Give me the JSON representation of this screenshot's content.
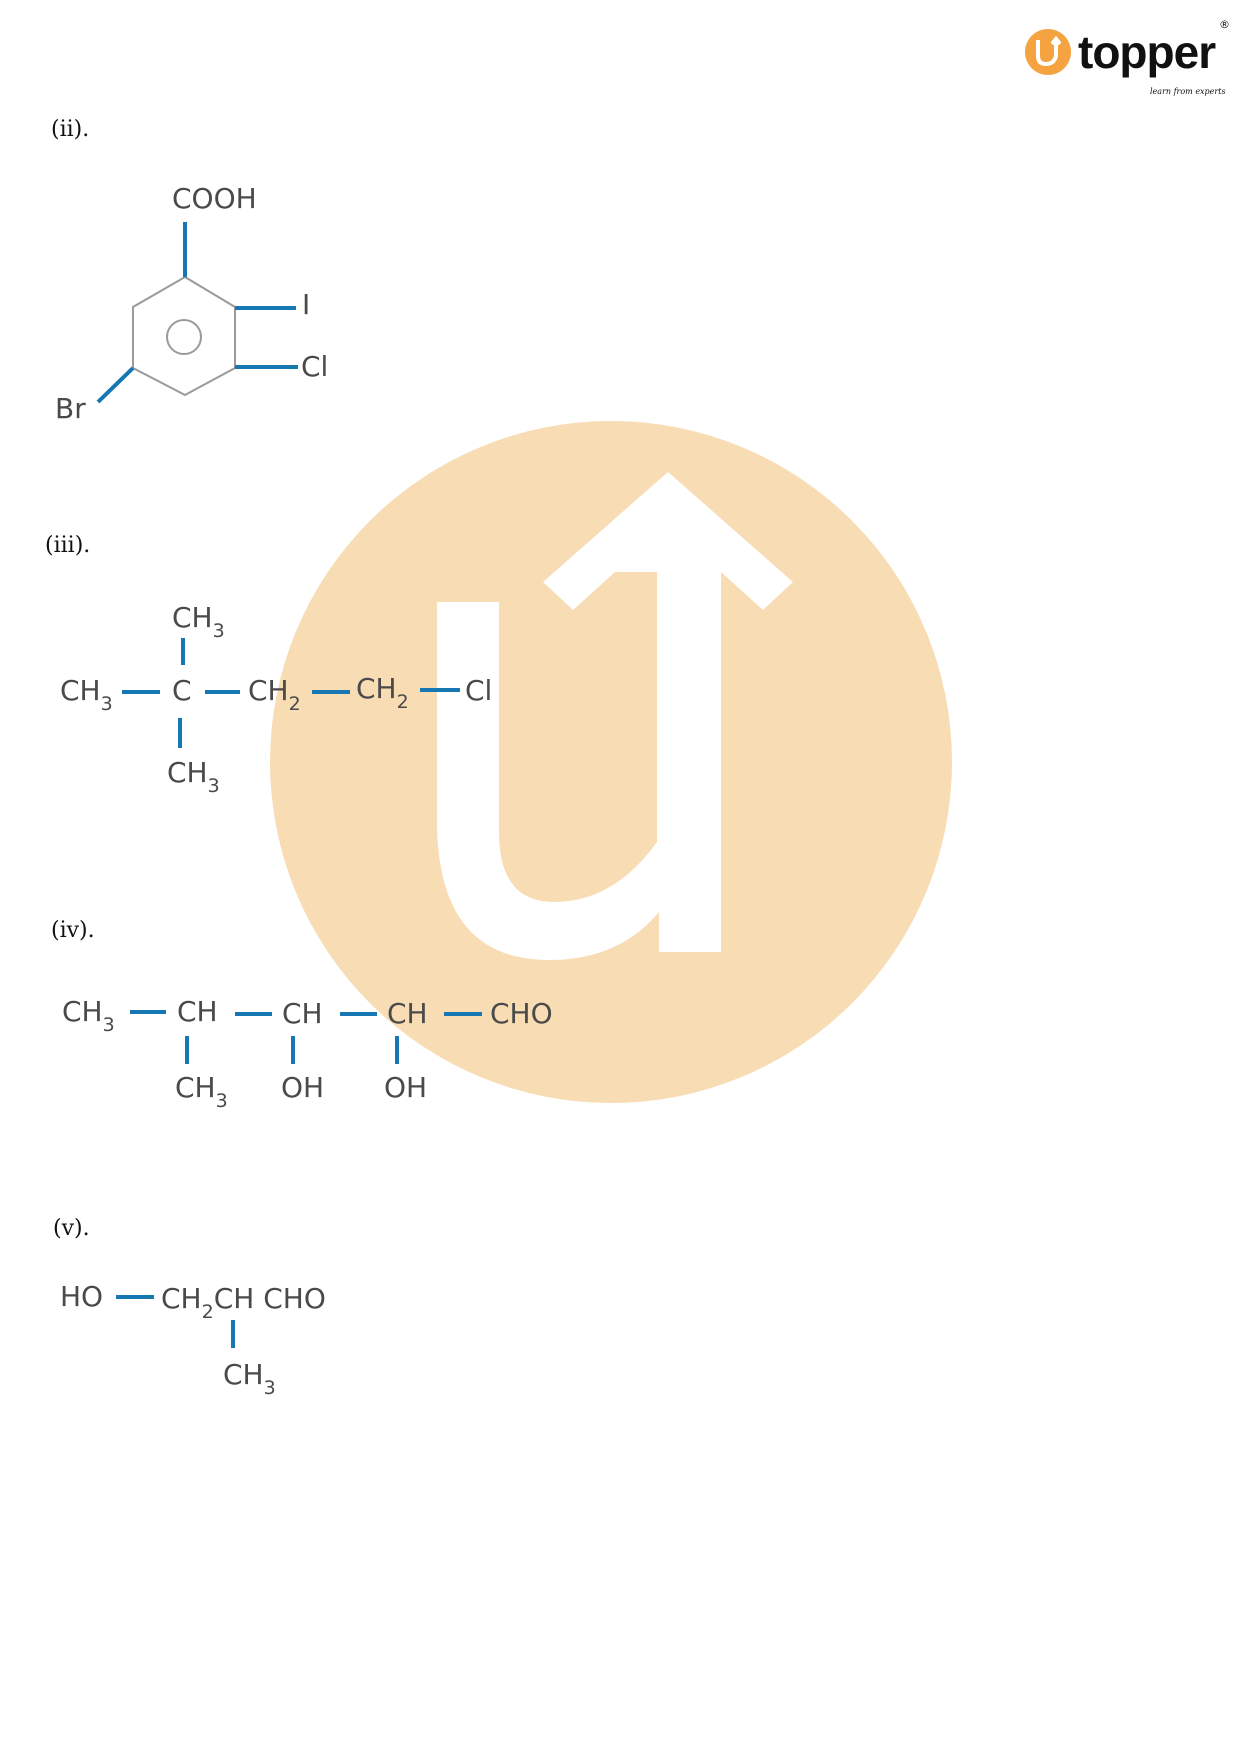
{
  "logo": {
    "name": "topper",
    "tagline": "learn from experts",
    "registered": "®",
    "color": "#f5a340"
  },
  "watermark": {
    "color": "#f8dcb4"
  },
  "colors": {
    "bond": "#1677b3",
    "text": "#4a4a4a"
  },
  "items": [
    {
      "label": "(ii).",
      "groups": {
        "cooh": "COOH",
        "i": "I",
        "cl": "Cl",
        "br": "Br"
      }
    },
    {
      "label": "(iii).",
      "groups": {
        "top": {
          "main": "CH",
          "sub": "3"
        },
        "left": {
          "main": "CH",
          "sub": "3"
        },
        "c": "C",
        "ch2a": {
          "main": "CH",
          "sub": "2"
        },
        "ch2b": {
          "main": "CH",
          "sub": "2"
        },
        "cl": "Cl",
        "bottom": {
          "main": "CH",
          "sub": "3"
        }
      }
    },
    {
      "label": "(iv).",
      "groups": {
        "ch3": {
          "main": "CH",
          "sub": "3"
        },
        "ch1": "CH",
        "ch2": "CH",
        "ch3b": "CH",
        "cho": "CHO",
        "sub_ch3": {
          "main": "CH",
          "sub": "3"
        },
        "oh1": "OH",
        "oh2": "OH"
      }
    },
    {
      "label": "(v).",
      "groups": {
        "ho": "HO",
        "ch2": {
          "main": "CH",
          "sub": "2"
        },
        "rest": "CH CHO",
        "ch3": {
          "main": "CH",
          "sub": "3"
        }
      }
    }
  ]
}
